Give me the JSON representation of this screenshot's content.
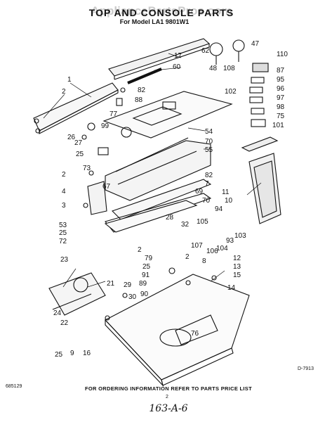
{
  "header": {
    "watermark": "AppliancePartsPros.com",
    "title": "TOP AND CONSOLE PARTS",
    "subtitle": "For Model LA1 9801W1"
  },
  "callouts": [
    "1",
    "2",
    "2",
    "4",
    "3",
    "53",
    "25",
    "72",
    "23",
    "24",
    "22",
    "25",
    "9",
    "16",
    "21",
    "17",
    "60",
    "82",
    "88",
    "77",
    "99",
    "26",
    "27",
    "25",
    "73",
    "67",
    "29",
    "30",
    "90",
    "89",
    "91",
    "25",
    "79",
    "2",
    "28",
    "32",
    "107",
    "106",
    "105",
    "104",
    "93",
    "103",
    "94",
    "12",
    "13",
    "15",
    "14",
    "76",
    "54",
    "70",
    "55",
    "82",
    "7",
    "69",
    "11",
    "10",
    "70",
    "62",
    "48",
    "108",
    "47",
    "102",
    "110",
    "87",
    "95",
    "96",
    "97",
    "98",
    "75",
    "101",
    "2",
    "8"
  ],
  "footer": {
    "ordering": "FOR ORDERING INFORMATION REFER TO PARTS PRICE LIST",
    "page": "2",
    "code_left": "685129",
    "code_right": "D-7913",
    "handwritten": "163-A-6"
  }
}
